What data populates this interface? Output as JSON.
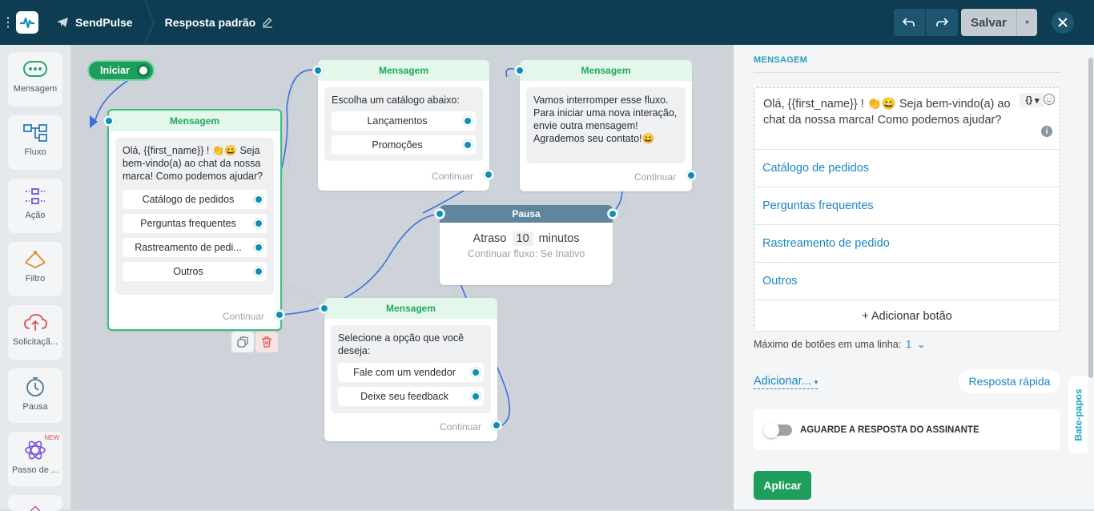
{
  "topbar": {
    "brand": "SendPulse",
    "flow_title": "Resposta padrão",
    "save_label": "Salvar"
  },
  "sidebar": {
    "items": [
      {
        "label": "Mensagem",
        "icon": "message-icon"
      },
      {
        "label": "Fluxo",
        "icon": "flow-icon"
      },
      {
        "label": "Ação",
        "icon": "action-icon"
      },
      {
        "label": "Filtro",
        "icon": "filter-icon"
      },
      {
        "label": "Solicitaçã...",
        "icon": "request-icon"
      },
      {
        "label": "Pausa",
        "icon": "clock-icon"
      },
      {
        "label": "Passo de ...",
        "icon": "ai-step-icon",
        "badge": "NEW"
      }
    ]
  },
  "canvas": {
    "start_label": "Iniciar",
    "node_main": {
      "title": "Mensagem",
      "text": "Olá,  {{first_name}} ! 👏😀 Seja bem-vindo(a) ao chat da nossa marca! Como podemos ajudar?",
      "buttons": [
        "Catálogo de pedidos",
        "Perguntas frequentes",
        "Rastreamento de pedi...",
        "Outros"
      ],
      "continue": "Continuar"
    },
    "node_catalog": {
      "title": "Mensagem",
      "text": "Escolha um catálogo abaixo:",
      "buttons": [
        "Lançamentos",
        "Promoções"
      ],
      "continue": "Continuar"
    },
    "node_interrupt": {
      "title": "Mensagem",
      "text": "Vamos interromper esse fluxo. Para iniciar uma nova interação, envie outra mensagem! Agrademos seu contato!😀",
      "continue": "Continuar"
    },
    "node_pause": {
      "title": "Pausa",
      "delay_prefix": "Atraso",
      "delay_value": "10",
      "delay_unit": "minutos",
      "subtitle": "Continuar fluxo: Se Inativo"
    },
    "node_select": {
      "title": "Mensagem",
      "text": "Selecione a opção que você deseja:",
      "buttons": [
        "Fale com um vendedor",
        "Deixe seu feedback"
      ],
      "continue": "Continuar"
    }
  },
  "panel": {
    "title": "MENSAGEM",
    "message_text": "Olá,  {{first_name}} ! 👏😀 Seja bem-vindo(a) ao chat da nossa marca! Como podemos ajudar?",
    "vars_label": "{}",
    "buttons": [
      "Catálogo de pedidos",
      "Perguntas frequentes",
      "Rastreamento de pedido",
      "Outros"
    ],
    "add_button": "+ Adicionar botão",
    "max_buttons_label": "Máximo de botões em uma linha:",
    "max_buttons_value": "1",
    "add_more": "Adicionar...",
    "quick_reply": "Resposta rápida",
    "wait_label": "AGUARDE A RESPOSTA DO ASSINANTE",
    "apply": "Aplicar",
    "side_tab": "Bate-papos"
  }
}
